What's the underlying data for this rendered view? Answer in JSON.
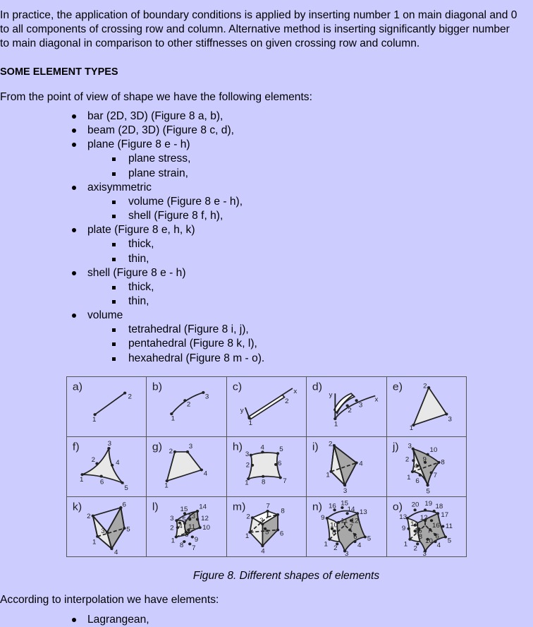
{
  "intro": [
    "In practice, the application of boundary conditions is applied by inserting number 1 on main diagonal and 0",
    "to all components of crossing row and column. Alternative method is inserting significantly bigger number",
    "to main diagonal in comparison to other stiffnesses on given crossing row and column."
  ],
  "heading": "SOME ELEMENT TYPES",
  "shape_intro": "From the point of view of shape we have the following elements:",
  "list": [
    {
      "t": "bar (2D, 3D) (Figure 8 a, b),",
      "lvl": 1
    },
    {
      "t": "beam (2D, 3D) (Figure 8 c, d),",
      "lvl": 1
    },
    {
      "t": "plane (Figure 8 e - h)",
      "lvl": 1
    },
    {
      "t": "plane stress,",
      "lvl": 2
    },
    {
      "t": "plane strain,",
      "lvl": 2
    },
    {
      "t": "axisymmetric",
      "lvl": 1
    },
    {
      "t": "volume (Figure 8 e - h),",
      "lvl": 2
    },
    {
      "t": "shell (Figure 8 f, h),",
      "lvl": 2
    },
    {
      "t": "plate (Figure 8 e, h, k)",
      "lvl": 1
    },
    {
      "t": "thick,",
      "lvl": 2
    },
    {
      "t": "thin,",
      "lvl": 2
    },
    {
      "t": "shell (Figure 8 e - h)",
      "lvl": 1
    },
    {
      "t": "thick,",
      "lvl": 2
    },
    {
      "t": "thin,",
      "lvl": 2
    },
    {
      "t": "volume",
      "lvl": 1
    },
    {
      "t": "tetrahedral (Figure 8 i, j),",
      "lvl": 2
    },
    {
      "t": "pentahedral (Figure 8 k, l),",
      "lvl": 2
    },
    {
      "t": "hexahedral (Figure 8 m - o).",
      "lvl": 2
    }
  ],
  "figure": {
    "cells": [
      {
        "label": "a)",
        "nodes": [
          "1",
          "2"
        ]
      },
      {
        "label": "b)",
        "nodes": [
          "1",
          "2",
          "3"
        ]
      },
      {
        "label": "c)",
        "nodes": [
          "1",
          "2",
          "x",
          "y"
        ]
      },
      {
        "label": "d)",
        "nodes": [
          "1",
          "2",
          "3",
          "x",
          "y"
        ]
      },
      {
        "label": "e)",
        "nodes": [
          "1",
          "2",
          "3"
        ]
      },
      {
        "label": "f)",
        "nodes": [
          "1",
          "2",
          "3",
          "4",
          "5",
          "6"
        ]
      },
      {
        "label": "g)",
        "nodes": [
          "1",
          "2",
          "3",
          "4"
        ]
      },
      {
        "label": "h)",
        "nodes": [
          "1",
          "2",
          "3",
          "4",
          "5",
          "6",
          "7",
          "8"
        ]
      },
      {
        "label": "i)",
        "nodes": [
          "1",
          "2",
          "3",
          "4"
        ]
      },
      {
        "label": "j)",
        "nodes": [
          "1",
          "2",
          "3",
          "4",
          "5",
          "6",
          "7",
          "8",
          "9",
          "10"
        ]
      },
      {
        "label": "k)",
        "nodes": [
          "1",
          "2",
          "3",
          "4",
          "5",
          "6"
        ]
      },
      {
        "label": "l)",
        "nodes": [
          "1",
          "2",
          "3",
          "4",
          "5",
          "6",
          "7",
          "8",
          "9",
          "10",
          "11",
          "12",
          "13",
          "14",
          "15"
        ]
      },
      {
        "label": "m)",
        "nodes": [
          "1",
          "2",
          "3",
          "4",
          "5",
          "6",
          "7",
          "8"
        ]
      },
      {
        "label": "n)",
        "nodes": [
          "1",
          "2",
          "3",
          "4",
          "5",
          "6",
          "7",
          "8",
          "9",
          "10",
          "11",
          "12",
          "13",
          "14",
          "15",
          "16"
        ]
      },
      {
        "label": "o)",
        "nodes": [
          "1",
          "2",
          "3",
          "4",
          "5",
          "6",
          "7",
          "8",
          "9",
          "10",
          "11",
          "12",
          "13",
          "14",
          "15",
          "16",
          "17",
          "18",
          "19",
          "20"
        ]
      }
    ],
    "caption": "Figure 8. Different shapes of elements"
  },
  "interp_intro": "According to interpolation we have elements:",
  "interp_list": [
    "Lagrangean,"
  ]
}
